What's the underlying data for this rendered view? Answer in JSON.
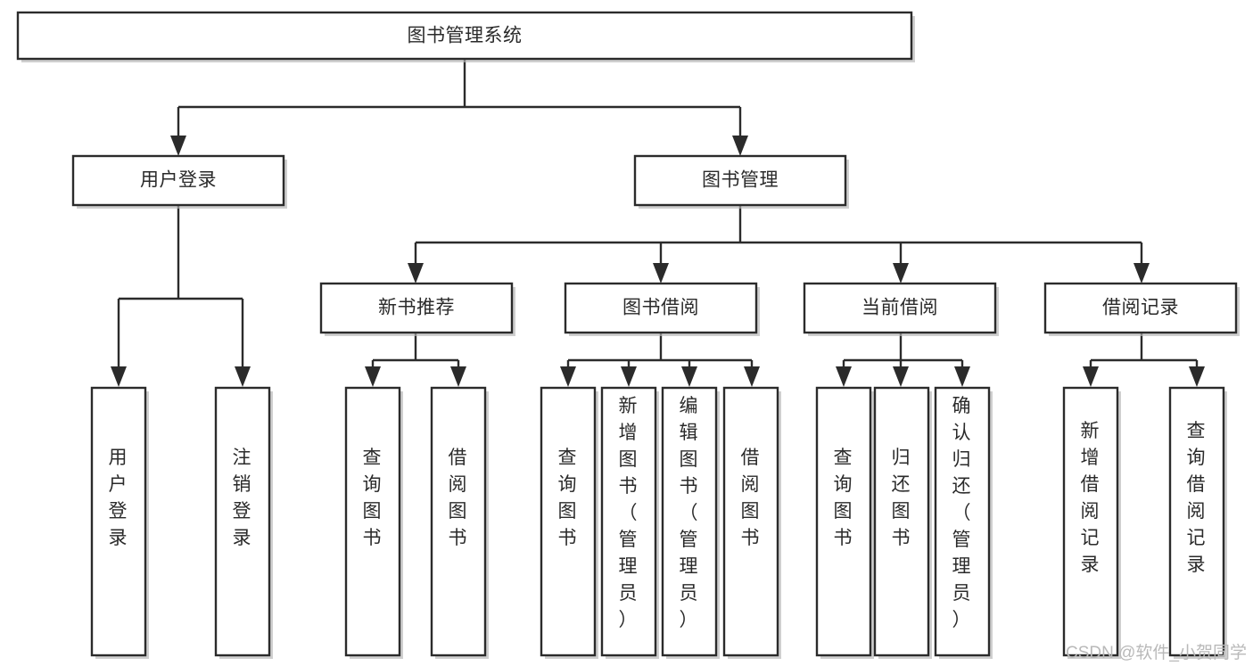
{
  "diagram": {
    "type": "tree-hierarchy-chart",
    "title_node": "图书管理系统",
    "watermark": "CSDN @软件_小贺同学",
    "colors": {
      "stroke": "#2b2b2b",
      "fill": "#ffffff",
      "text": "#2a2a2a",
      "watermark": "#b9b9b9"
    },
    "levels": [
      {
        "level": 1,
        "nodes": [
          {
            "id": "root",
            "label": "图书管理系统",
            "orientation": "horizontal"
          }
        ]
      },
      {
        "level": 2,
        "nodes": [
          {
            "id": "login",
            "label": "用户登录",
            "orientation": "horizontal",
            "parent": "root"
          },
          {
            "id": "bookmgmt",
            "label": "图书管理",
            "orientation": "horizontal",
            "parent": "root"
          }
        ]
      },
      {
        "level": 3,
        "nodes": [
          {
            "id": "newbook",
            "label": "新书推荐",
            "orientation": "horizontal",
            "parent": "bookmgmt"
          },
          {
            "id": "borrow",
            "label": "图书借阅",
            "orientation": "horizontal",
            "parent": "bookmgmt"
          },
          {
            "id": "current",
            "label": "当前借阅",
            "orientation": "horizontal",
            "parent": "bookmgmt"
          },
          {
            "id": "records",
            "label": "借阅记录",
            "orientation": "horizontal",
            "parent": "bookmgmt"
          }
        ]
      },
      {
        "level": 4,
        "nodes": [
          {
            "id": "leaf-login-1",
            "label": "用户登录",
            "orientation": "vertical",
            "parent": "login"
          },
          {
            "id": "leaf-login-2",
            "label": "注销登录",
            "orientation": "vertical",
            "parent": "login"
          },
          {
            "id": "leaf-new-1",
            "label": "查询图书",
            "orientation": "vertical",
            "parent": "newbook"
          },
          {
            "id": "leaf-new-2",
            "label": "借阅图书",
            "orientation": "vertical",
            "parent": "newbook"
          },
          {
            "id": "leaf-borrow-1",
            "label": "查询图书",
            "orientation": "vertical",
            "parent": "borrow"
          },
          {
            "id": "leaf-borrow-2",
            "label": "新增图书（管理员）",
            "orientation": "vertical",
            "parent": "borrow"
          },
          {
            "id": "leaf-borrow-3",
            "label": "编辑图书（管理员）",
            "orientation": "vertical",
            "parent": "borrow"
          },
          {
            "id": "leaf-borrow-4",
            "label": "借阅图书",
            "orientation": "vertical",
            "parent": "borrow"
          },
          {
            "id": "leaf-current-1",
            "label": "查询图书",
            "orientation": "vertical",
            "parent": "current"
          },
          {
            "id": "leaf-current-2",
            "label": "归还图书",
            "orientation": "vertical",
            "parent": "current"
          },
          {
            "id": "leaf-current-3",
            "label": "确认归还（管理员）",
            "orientation": "vertical",
            "parent": "current"
          },
          {
            "id": "leaf-records-1",
            "label": "新增借阅记录",
            "orientation": "vertical",
            "parent": "records"
          },
          {
            "id": "leaf-records-2",
            "label": "查询借阅记录",
            "orientation": "vertical",
            "parent": "records"
          }
        ]
      }
    ]
  }
}
